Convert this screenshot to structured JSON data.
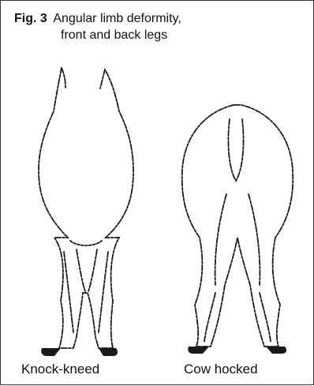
{
  "caption": {
    "fig_number": "Fig. 3",
    "title_line1": "Angular limb deformity,",
    "title_line2": "front and back legs"
  },
  "labels": {
    "left": "Knock-kneed",
    "right": "Cow hocked"
  }
}
